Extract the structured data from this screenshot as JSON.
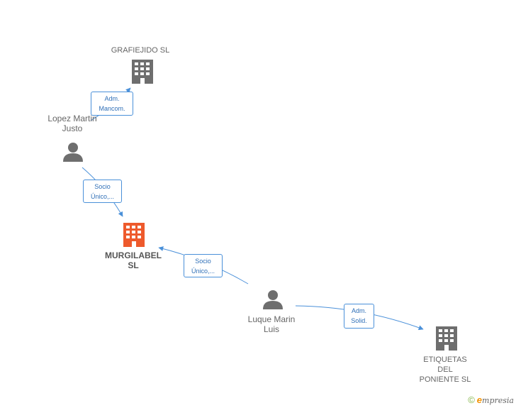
{
  "colors": {
    "edge": "#4a90d9",
    "node_gray": "#6e6e6e",
    "node_main": "#ee5a2c"
  },
  "nodes": {
    "grafiejido": {
      "label": "GRAFIEJIDO SL",
      "icon": "building-icon"
    },
    "lopez": {
      "label": "Lopez Martin\nJusto",
      "icon": "person-icon"
    },
    "murgilabel": {
      "label": "MURGILABEL\nSL",
      "icon": "building-icon"
    },
    "luque": {
      "label": "Luque Marin\nLuis",
      "icon": "person-icon"
    },
    "etiquetas": {
      "label": "ETIQUETAS\nDEL\nPONIENTE SL",
      "icon": "building-icon"
    }
  },
  "edges": {
    "lopez_grafiejido": "Adm.\nMancom.",
    "lopez_murgilabel": "Socio\nÚnico,...",
    "luque_murgilabel": "Socio\nÚnico,...",
    "luque_etiquetas": "Adm.\nSolid."
  },
  "footer": {
    "copyright": "©",
    "brand_first": "e",
    "brand_rest": "mpresia"
  }
}
